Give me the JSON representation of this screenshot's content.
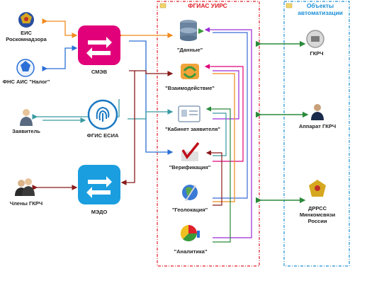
{
  "zones": {
    "core": {
      "title": "ФГИАС УИРС",
      "color": "#e0202a"
    },
    "external": {
      "title": "Объекты автоматизации",
      "color": "#1a8fd6"
    }
  },
  "left_nodes": [
    {
      "id": "eis",
      "label": "ЕИС Роскомнадзора",
      "icon": "eagle-emblem-icon"
    },
    {
      "id": "fns",
      "label": "ФНС АИС \"Налог\"",
      "icon": "fns-emblem-icon"
    },
    {
      "id": "applicant",
      "label": "Заявитель",
      "icon": "person-icon"
    },
    {
      "id": "members",
      "label": "Члены ГКРЧ",
      "icon": "people-icon"
    }
  ],
  "hubs": [
    {
      "id": "smev",
      "label": "СМЭВ",
      "icon": "exchange-arrows-icon",
      "color": "#e1007a"
    },
    {
      "id": "esia",
      "label": "ФГИС ЕСИА",
      "icon": "fingerprint-icon",
      "color": "#1a78c2"
    },
    {
      "id": "medo",
      "label": "МЭДО",
      "icon": "exchange-arrows-icon",
      "color": "#1a9ee0"
    }
  ],
  "modules": [
    {
      "id": "data",
      "label": "\"Данные\"",
      "icon": "database-icon"
    },
    {
      "id": "interaction",
      "label": "\"Взаимодействие\"",
      "icon": "cycle-arrows-icon"
    },
    {
      "id": "cabinet",
      "label": "\"Кабинет заявителя\"",
      "icon": "id-card-icon"
    },
    {
      "id": "verification",
      "label": "\"Верификация\"",
      "icon": "checkmark-icon"
    },
    {
      "id": "geolocation",
      "label": "\"Геолокация\"",
      "icon": "globe-icon"
    },
    {
      "id": "analytics",
      "label": "\"Аналитика\"",
      "icon": "pie-chart-icon"
    }
  ],
  "right_nodes": [
    {
      "id": "gkrch",
      "label": "ГКРЧ",
      "icon": "gkrch-logo-icon"
    },
    {
      "id": "apparatus",
      "label": "Аппарат ГКРЧ",
      "icon": "businessman-icon"
    },
    {
      "id": "drrss",
      "label": "ДРРСС Минкомсвязи России",
      "icon": "eagle-emblem-icon"
    }
  ],
  "colors": {
    "orange": "#f08a1c",
    "blue": "#2a6fd6",
    "teal": "#3a9aa0",
    "darkred": "#8a1a1a",
    "green": "#2a8a3a",
    "purple": "#9a2ad6",
    "magenta": "#e1007a"
  }
}
